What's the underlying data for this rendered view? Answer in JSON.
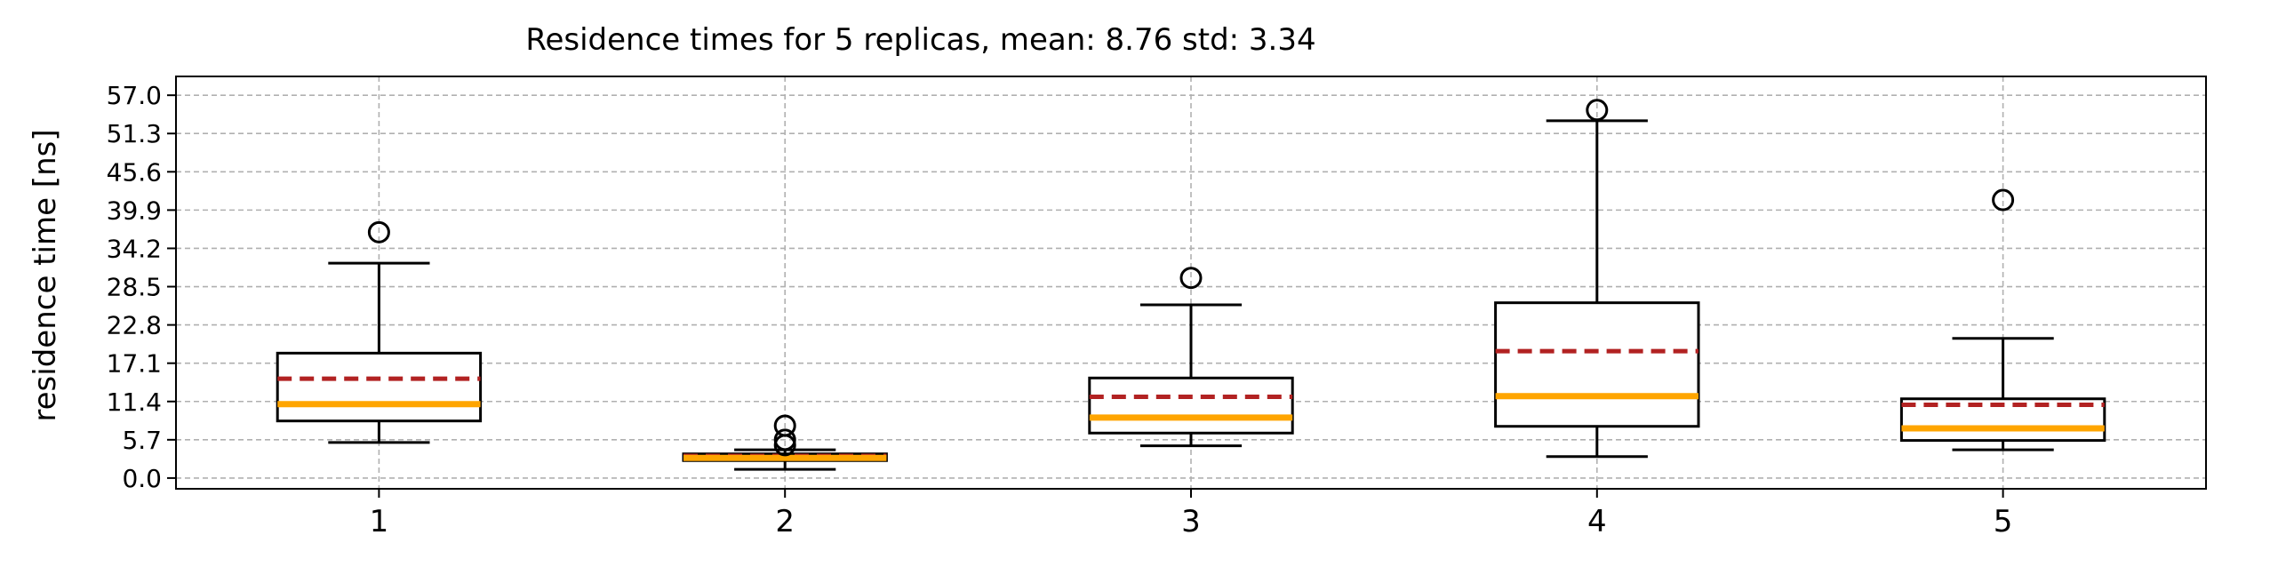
{
  "chart_data": {
    "type": "box",
    "title": "Residence times for 5 replicas, mean: 8.76  std: 3.34",
    "xlabel": "",
    "ylabel": "residence time [ns]",
    "categories": [
      "1",
      "2",
      "3",
      "4",
      "5"
    ],
    "y_ticks": [
      "0.0",
      "5.7",
      "11.4",
      "17.1",
      "22.8",
      "28.5",
      "34.2",
      "39.9",
      "45.6",
      "51.3",
      "57.0"
    ],
    "ylim": [
      -1.6,
      59.8
    ],
    "xlim": [
      0.5,
      5.5
    ],
    "grid": true,
    "colors": {
      "box": "#000000",
      "median": "#ffa500",
      "mean": "#b22222",
      "grid": "#b0b0b0",
      "box_fill": "#ffffff"
    },
    "boxes": [
      {
        "q1": 8.5,
        "median": 11.0,
        "q3": 18.6,
        "whisker_low": 5.3,
        "whisker_high": 32.0,
        "mean": 14.8,
        "fliers": [
          36.6
        ]
      },
      {
        "q1": 2.6,
        "median": 3.0,
        "q3": 3.6,
        "whisker_low": 1.3,
        "whisker_high": 4.2,
        "mean": 3.3,
        "fliers": [
          4.9,
          5.7,
          7.8
        ]
      },
      {
        "q1": 6.7,
        "median": 9.0,
        "q3": 14.9,
        "whisker_low": 4.8,
        "whisker_high": 25.8,
        "mean": 12.1,
        "fliers": [
          29.8
        ]
      },
      {
        "q1": 7.7,
        "median": 12.2,
        "q3": 26.1,
        "whisker_low": 3.2,
        "whisker_high": 53.2,
        "mean": 18.9,
        "fliers": [
          54.8
        ]
      },
      {
        "q1": 5.6,
        "median": 7.4,
        "q3": 11.8,
        "whisker_low": 4.2,
        "whisker_high": 20.8,
        "mean": 10.9,
        "fliers": [
          41.4
        ]
      }
    ]
  }
}
